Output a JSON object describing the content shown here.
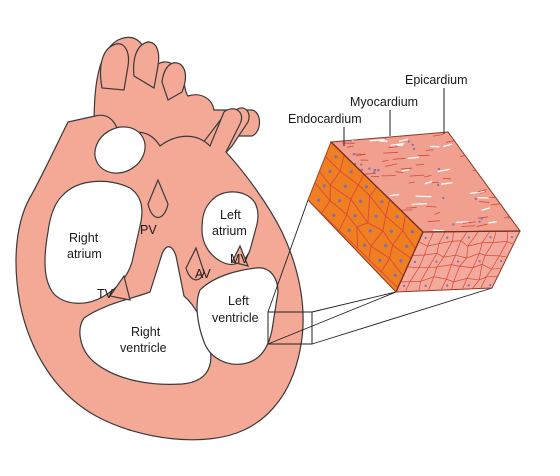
{
  "colors": {
    "heart_fill": "#f4a896",
    "outline": "#3a3a3a",
    "chamber_fill": "#ffffff",
    "endocardium_cells": "#f07f22",
    "myocardium_fill": "#f19f8f",
    "epicardium_fill": "#f3a99b",
    "cell_lines": "#d9483a",
    "nucleus": "#7d6fb0"
  },
  "labels": {
    "right_atrium": [
      "Right",
      "atrium"
    ],
    "left_atrium": [
      "Left",
      "atrium"
    ],
    "right_ventricle": [
      "Right",
      "ventricle"
    ],
    "left_ventricle": [
      "Left",
      "ventricle"
    ],
    "pv": "PV",
    "tv": "TV",
    "av": "AV",
    "mv": "MV"
  },
  "layers": {
    "epicardium": "Epicardium",
    "myocardium": "Myocardium",
    "endocardium": "Endocardium"
  }
}
